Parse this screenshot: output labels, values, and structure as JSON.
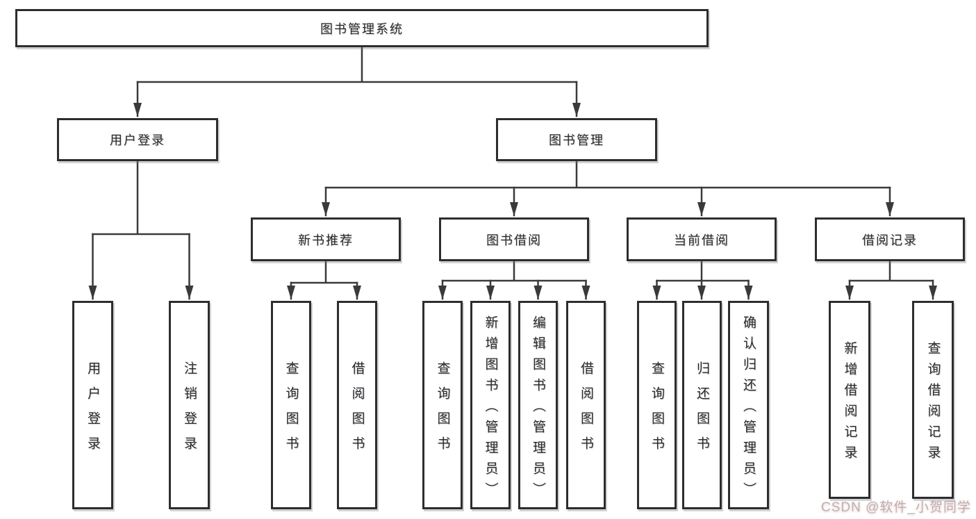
{
  "colors": {
    "box_border": "#2d2d2d",
    "connector_line": "#3a3a3a",
    "text": "#2a2a2a",
    "watermark_gray": "#b5b5b5",
    "watermark_pink_glow": "#f48282",
    "background": "#ffffff"
  },
  "watermark": {
    "text": "CSDN @软件_小贺同学"
  },
  "tree": {
    "label": "图书管理系统",
    "children": [
      {
        "label": "用户登录",
        "children": [
          {
            "label": "用户登录"
          },
          {
            "label": "注销登录"
          }
        ]
      },
      {
        "label": "图书管理",
        "children": [
          {
            "label": "新书推荐",
            "children": [
              {
                "label": "查询图书"
              },
              {
                "label": "借阅图书"
              }
            ]
          },
          {
            "label": "图书借阅",
            "children": [
              {
                "label": "查询图书"
              },
              {
                "label": "新增图书（管理员）"
              },
              {
                "label": "编辑图书（管理员）"
              },
              {
                "label": "借阅图书"
              }
            ]
          },
          {
            "label": "当前借阅",
            "children": [
              {
                "label": "查询图书"
              },
              {
                "label": "归还图书"
              },
              {
                "label": "确认归还（管理员）"
              }
            ]
          },
          {
            "label": "借阅记录",
            "children": [
              {
                "label": "新增借阅记录"
              },
              {
                "label": "查询借阅记录"
              }
            ]
          }
        ]
      }
    ]
  }
}
